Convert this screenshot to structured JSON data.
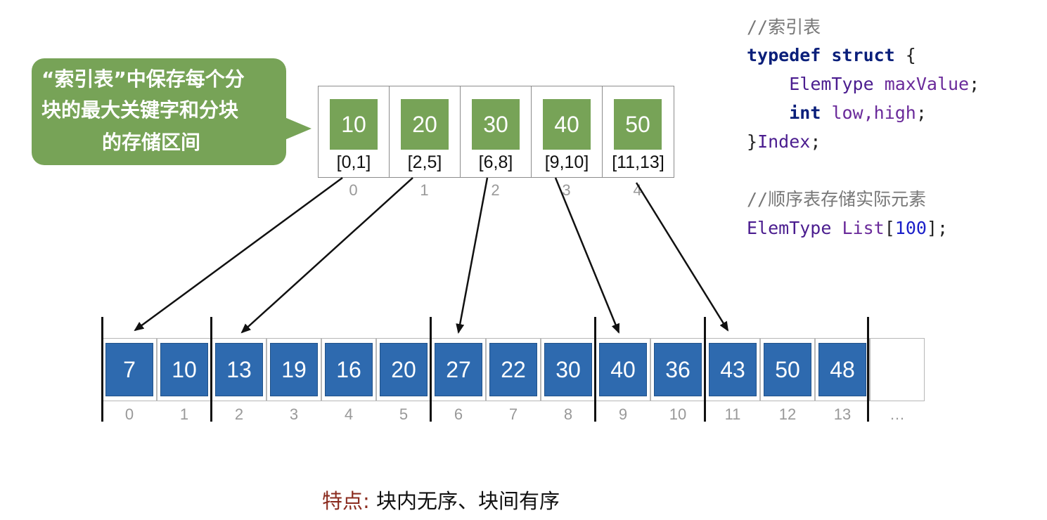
{
  "callout": {
    "lines": [
      "“索引表”中保存每个分",
      "块的最大关键字和分块",
      "的存储区间"
    ],
    "color": "#77a357"
  },
  "index_table": {
    "entries": [
      {
        "max": "10",
        "range": "[0,1]",
        "label": "0"
      },
      {
        "max": "20",
        "range": "[2,5]",
        "label": "1"
      },
      {
        "max": "30",
        "range": "[6,8]",
        "label": "2"
      },
      {
        "max": "40",
        "range": "[9,10]",
        "label": "3"
      },
      {
        "max": "50",
        "range": "[11,13]",
        "label": "4"
      }
    ],
    "box_color": "#77a357"
  },
  "list": {
    "values": [
      "7",
      "10",
      "13",
      "19",
      "16",
      "20",
      "27",
      "22",
      "30",
      "40",
      "36",
      "43",
      "50",
      "48"
    ],
    "labels": [
      "0",
      "1",
      "2",
      "3",
      "4",
      "5",
      "6",
      "7",
      "8",
      "9",
      "10",
      "11",
      "12",
      "13"
    ],
    "ellipsis": "…",
    "box_color": "#2e6aaf"
  },
  "code": {
    "comment1": "//索引表",
    "kw_typedef": "typedef",
    "kw_struct": "struct",
    "open_brace": " {",
    "elem_type": "ElemType",
    "max_value": "maxValue",
    "semicolon": ";",
    "kw_int": "int",
    "low_high": "low,high",
    "close_brace": "}",
    "index_name": "Index",
    "comment2": "//顺序表存储实际元素",
    "list_name": "List",
    "bracket_open": "[",
    "size": "100",
    "bracket_close": "];"
  },
  "footer": {
    "label": "特点:",
    "text": "块内无序、块间有序"
  }
}
